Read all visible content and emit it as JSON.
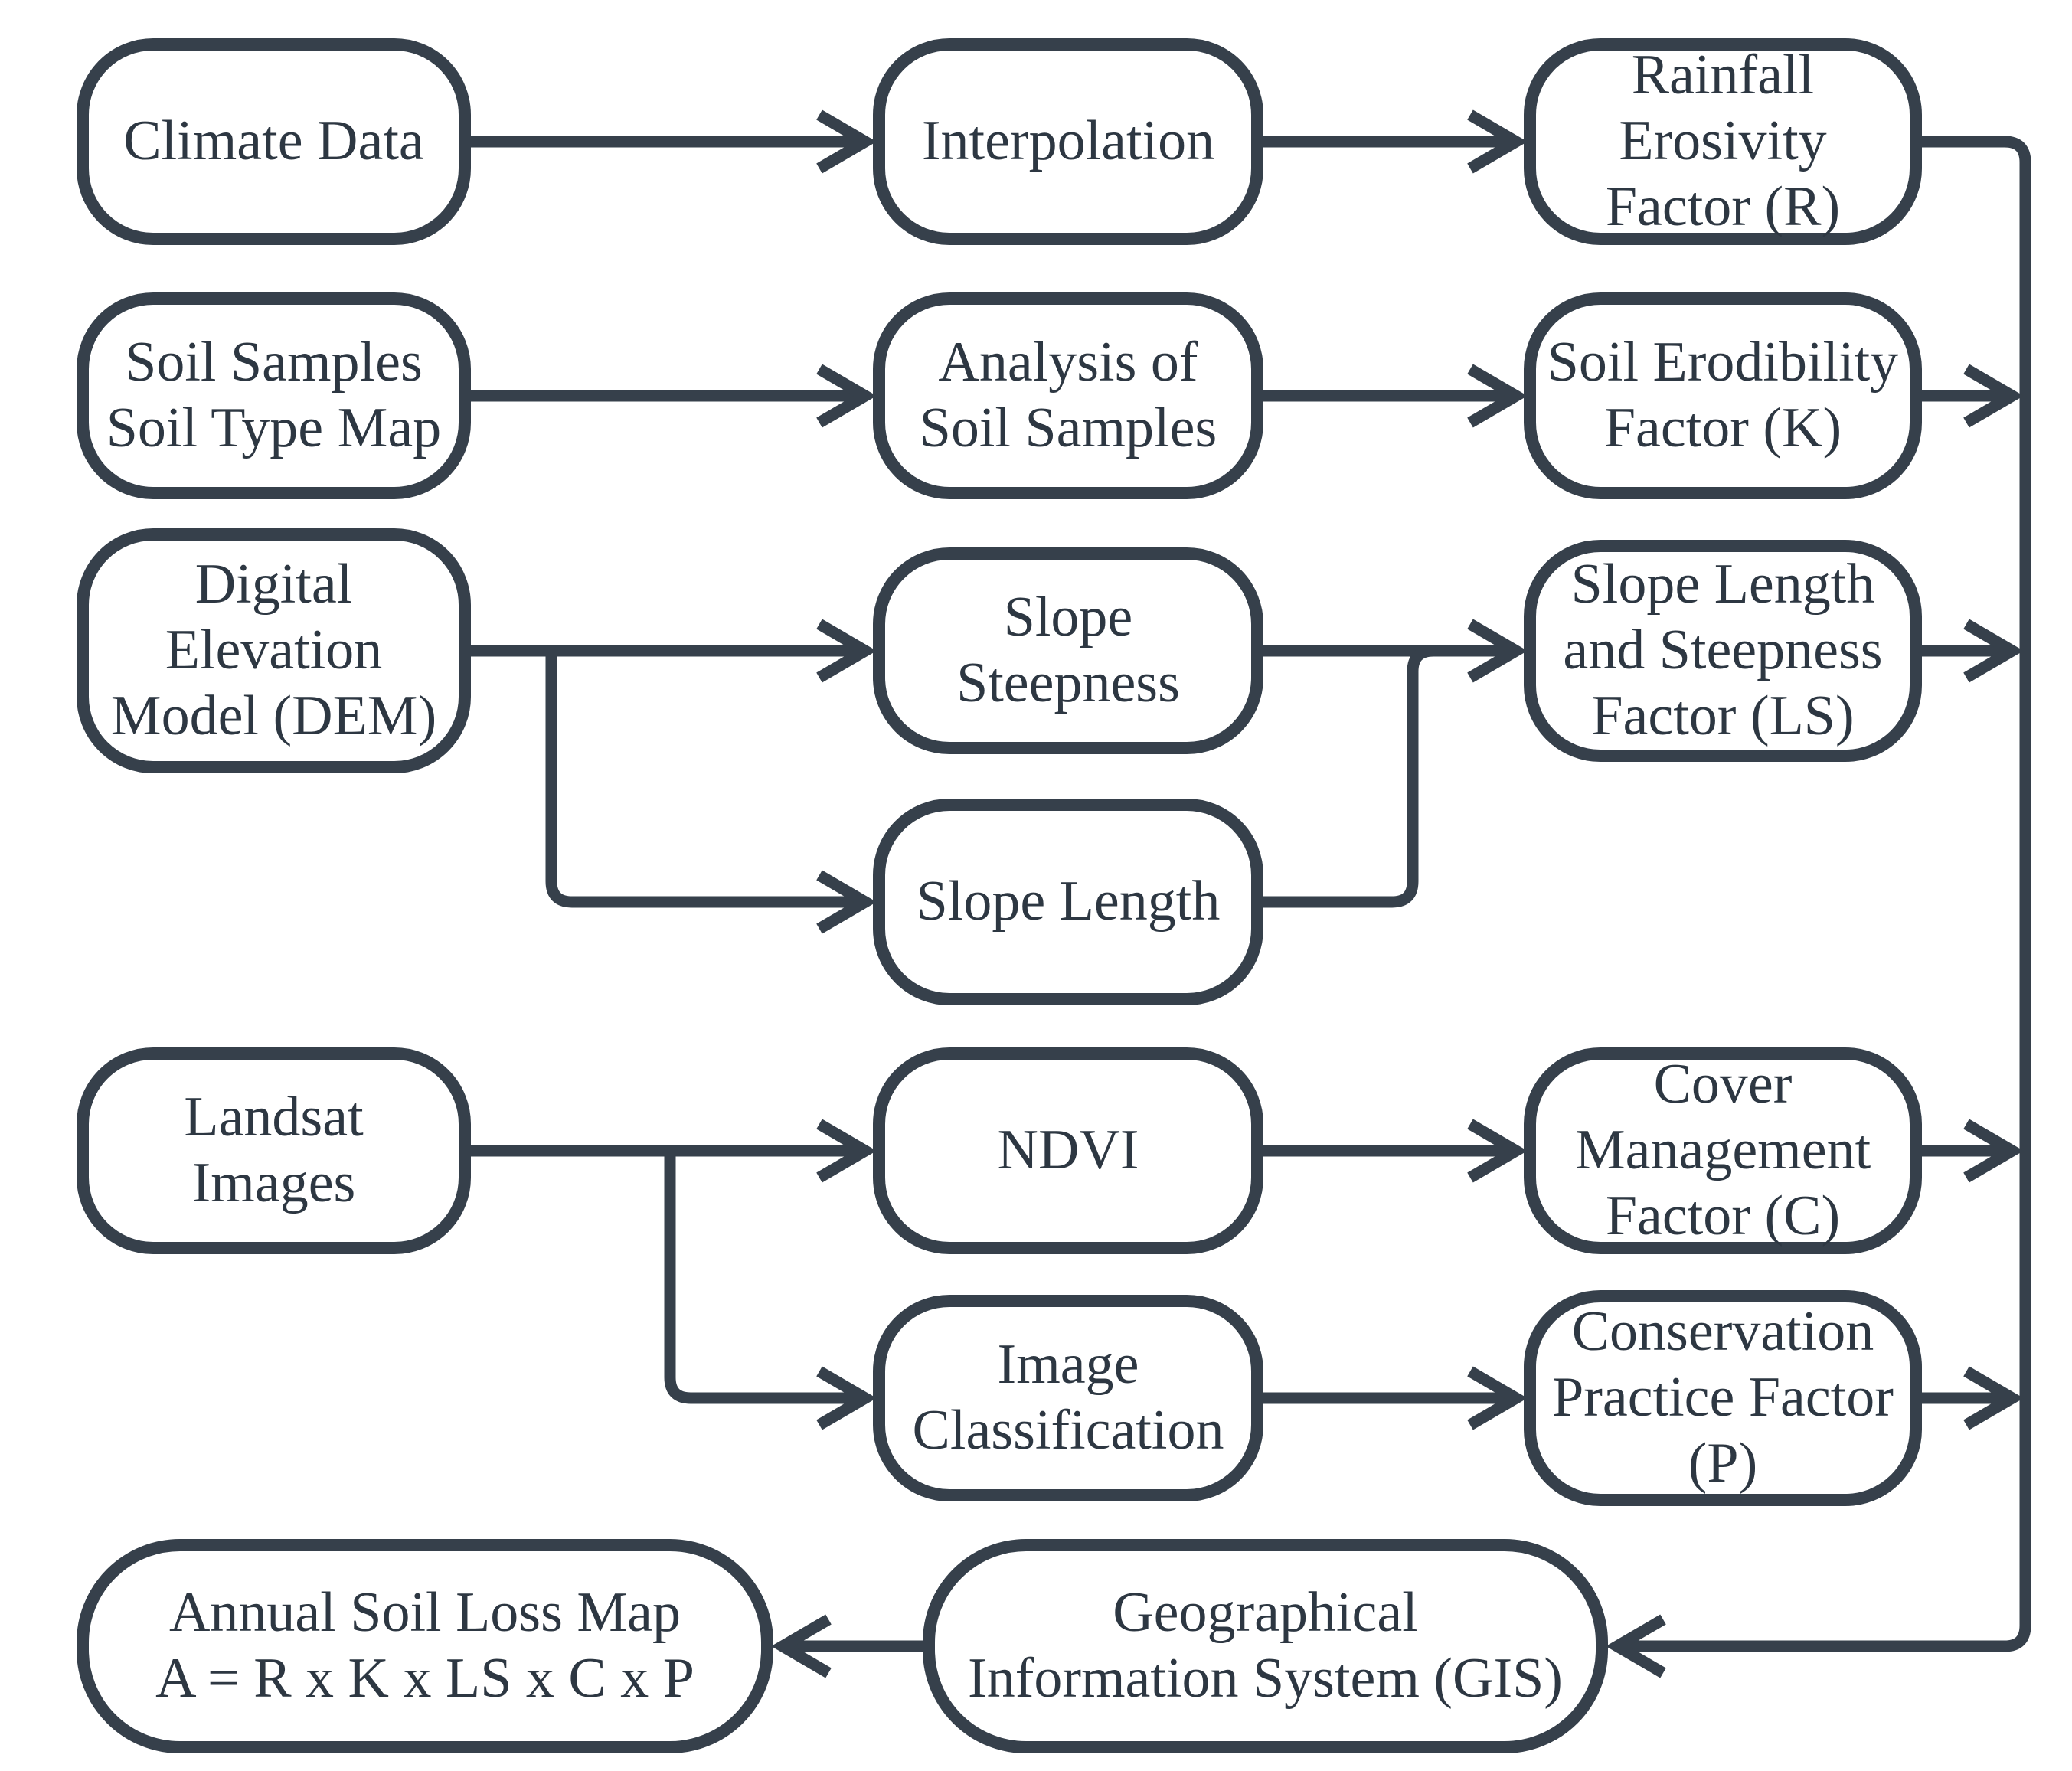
{
  "colors": {
    "line": "#36404b",
    "text": "#2d3742",
    "background": "#ffffff"
  },
  "nodes": {
    "climate_data": {
      "label": "Climate Data"
    },
    "interpolation": {
      "label": "Interpolation"
    },
    "rainfall_erosivity": {
      "label": "Rainfall\nErosivity\nFactor (R)"
    },
    "soil_samples": {
      "label": "Soil Samples\nSoil Type Map"
    },
    "soil_analysis": {
      "label": "Analysis of\nSoil Samples"
    },
    "soil_erodibility": {
      "label": "Soil Erodibility\nFactor (K)"
    },
    "dem": {
      "label": "Digital\nElevation\nModel (DEM)"
    },
    "slope_steepness": {
      "label": "Slope\nSteepness"
    },
    "slope_length": {
      "label": "Slope Length"
    },
    "ls_factor": {
      "label": "Slope Length\nand Steepness\nFactor (LS)"
    },
    "landsat_images": {
      "label": "Landsat\nImages"
    },
    "ndvi": {
      "label": "NDVI"
    },
    "cover_management": {
      "label": "Cover\nManagement\nFactor (C)"
    },
    "image_classification": {
      "label": "Image\nClassification"
    },
    "conservation_practice": {
      "label": "Conservation\nPractice Factor\n(P)"
    },
    "gis": {
      "label": "Geographical\nInformation System (GIS)"
    },
    "annual_soil_loss": {
      "label": "Annual Soil Loss Map\nA = R x K x LS x C x P"
    }
  },
  "edges": [
    {
      "from": "climate_data",
      "to": "interpolation",
      "arrow": true
    },
    {
      "from": "interpolation",
      "to": "rainfall_erosivity",
      "arrow": true
    },
    {
      "from": "soil_samples",
      "to": "soil_analysis",
      "arrow": true
    },
    {
      "from": "soil_analysis",
      "to": "soil_erodibility",
      "arrow": true
    },
    {
      "from": "dem",
      "to": "slope_steepness",
      "arrow": true
    },
    {
      "from": "dem",
      "to": "slope_length",
      "arrow": true
    },
    {
      "from": "slope_steepness",
      "to": "ls_factor",
      "arrow": true
    },
    {
      "from": "slope_length",
      "to": "ls_factor",
      "arrow": false
    },
    {
      "from": "landsat_images",
      "to": "ndvi",
      "arrow": true
    },
    {
      "from": "landsat_images",
      "to": "image_classification",
      "arrow": true
    },
    {
      "from": "ndvi",
      "to": "cover_management",
      "arrow": true
    },
    {
      "from": "image_classification",
      "to": "conservation_practice",
      "arrow": true
    },
    {
      "from": "rainfall_erosivity",
      "to": "gis",
      "arrow": true
    },
    {
      "from": "soil_erodibility",
      "to": "gis",
      "arrow": true
    },
    {
      "from": "ls_factor",
      "to": "gis",
      "arrow": true
    },
    {
      "from": "cover_management",
      "to": "gis",
      "arrow": true
    },
    {
      "from": "conservation_practice",
      "to": "gis",
      "arrow": true
    },
    {
      "from": "gis",
      "to": "annual_soil_loss",
      "arrow": true
    }
  ]
}
